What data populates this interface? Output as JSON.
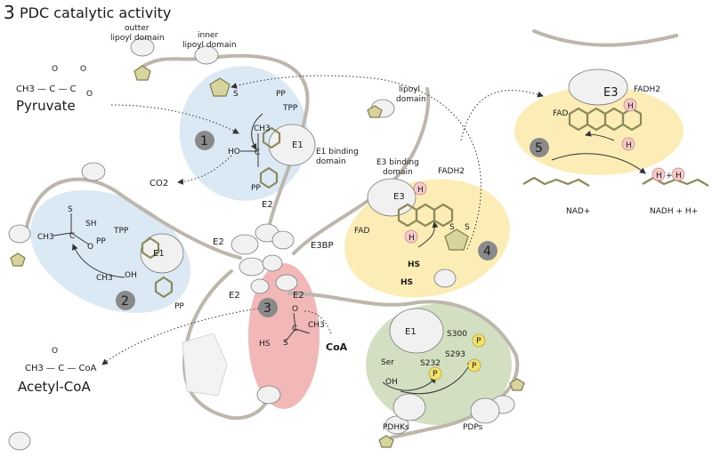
{
  "figure": {
    "panel_number": "3",
    "title": "PDC catalytic activity"
  },
  "labels": {
    "outer_lipoyl": "outter",
    "outer_lipoyl_2": "lipoyl domain",
    "inner_lipoyl": "inner",
    "inner_lipoyl_2": "lipoyl domain",
    "pyruvate": "Pyruvate",
    "pyruvate_formula": "CH3 — C — C",
    "co2": "CO2",
    "acetyl_coa": "Acetyl-CoA",
    "acetyl_coa_formula": "CH3 — C — CoA",
    "coa": "CoA",
    "tpp1": "TPP",
    "tpp2": "TPP",
    "e1_1": "E1",
    "e1_2": "E1",
    "e1_3": "E1",
    "e1_binding": "E1 binding",
    "e1_binding_2": "domain",
    "e2_top": "E2",
    "e2_left": "E2",
    "e2_bottom_left": "E2",
    "e2_bottom_right": "E2",
    "e3bp": "E3BP",
    "lipoyl_domain": "lipoyl",
    "lipoyl_domain_2": "domain",
    "e3_binding": "E3 binding",
    "e3_binding_2": "domain",
    "fadh2_left": "FADH2",
    "fad_left": "FAD",
    "e3_left": "E3",
    "e3_right": "E3",
    "fad_right": "FAD",
    "fadh2_right": "FADH2",
    "nad": "NAD+",
    "nadh": "NADH + H+",
    "hs1": "HS",
    "hs2": "HS",
    "sh": "SH",
    "ho": "HO",
    "oh": "OH",
    "ch3a": "CH3",
    "ch3b": "CH3",
    "ch3c": "CH3",
    "ch3d": "CH3",
    "s300": "S300",
    "s293": "S293",
    "s232": "S232",
    "ser": "Ser",
    "pdhks": "PDHKs",
    "pdps": "PDPs",
    "step1": "1",
    "step2": "2",
    "step3": "3",
    "step4": "4",
    "step5": "5",
    "p": "P",
    "h": "H",
    "s": "S",
    "o": "O",
    "c": "C",
    "pp": "PP",
    "plus": "+"
  },
  "colors": {
    "blue_region": "#dbe9f4",
    "yellow_region": "#fbedb5",
    "red_region": "#f2b8b8",
    "green_region": "#d2e0c1",
    "step_badge": "#8a8a8a",
    "chain": "#bdb6ad",
    "cofactor": "#d7d59d",
    "phospho": "#f3e26a",
    "hydrogen": "#f6caca"
  }
}
